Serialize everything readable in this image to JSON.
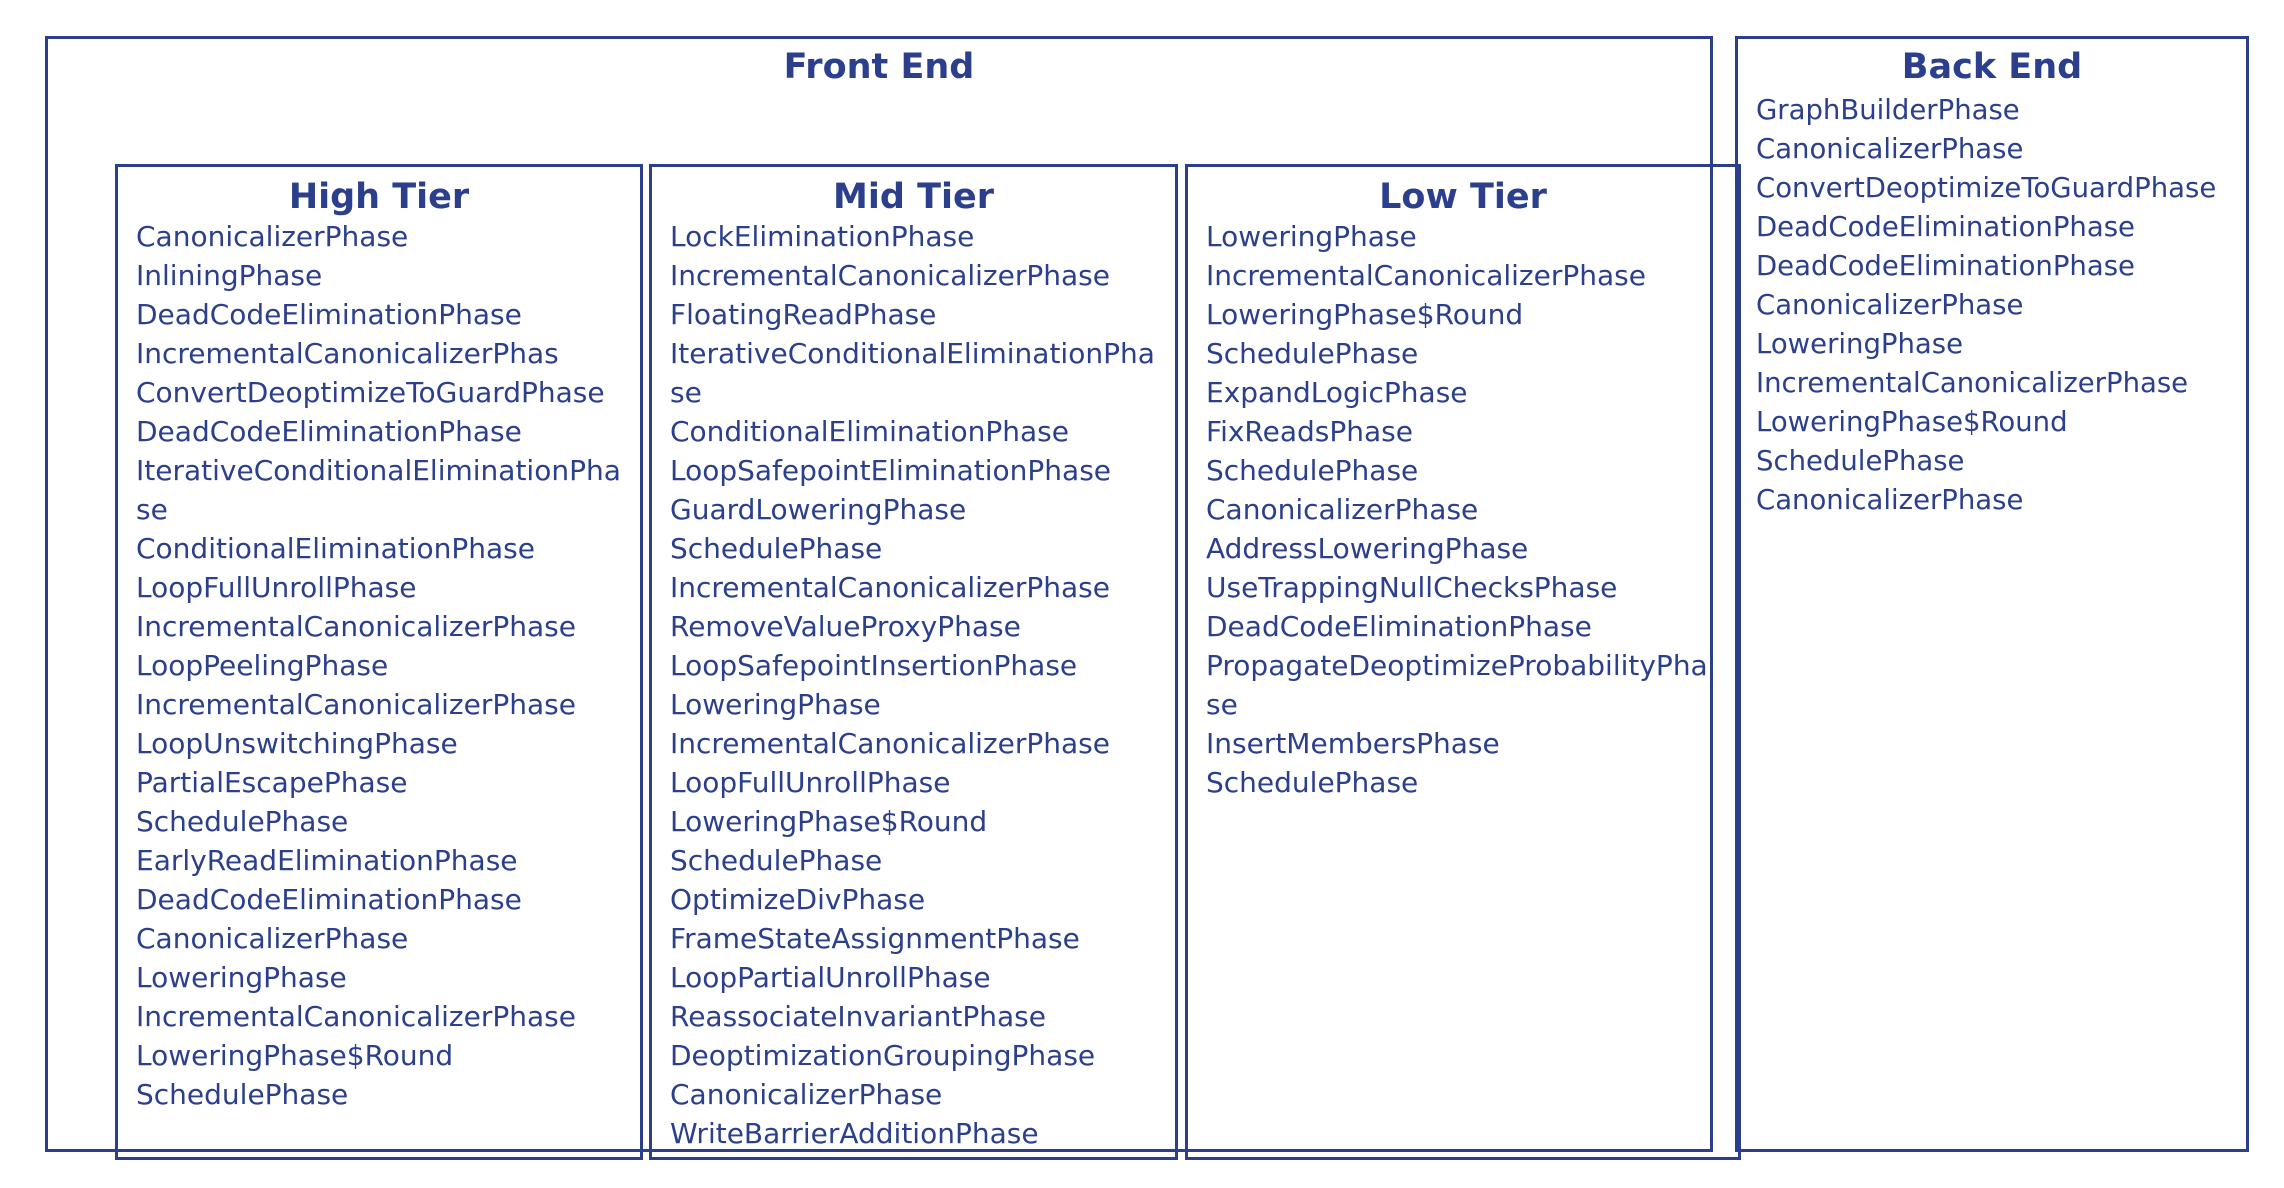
{
  "front_end": {
    "title": "Front End",
    "high_tier": {
      "title": "High Tier",
      "phases": [
        "CanonicalizerPhase",
        "InliningPhase",
        "DeadCodeEliminationPhase",
        "IncrementalCanonicalizerPhas",
        "ConvertDeoptimizeToGuardPhase",
        "DeadCodeEliminationPhase",
        "IterativeConditionalEliminationPhase",
        "ConditionalEliminationPhase",
        "LoopFullUnrollPhase",
        "IncrementalCanonicalizerPhase",
        "LoopPeelingPhase",
        "IncrementalCanonicalizerPhase",
        "LoopUnswitchingPhase",
        "PartialEscapePhase",
        "SchedulePhase",
        "EarlyReadEliminationPhase",
        "DeadCodeEliminationPhase",
        "CanonicalizerPhase",
        "LoweringPhase",
        "IncrementalCanonicalizerPhase",
        "LoweringPhase$Round",
        "SchedulePhase"
      ]
    },
    "mid_tier": {
      "title": "Mid Tier",
      "phases": [
        "LockEliminationPhase",
        "IncrementalCanonicalizerPhase",
        "FloatingReadPhase",
        "IterativeConditionalEliminationPhase",
        "ConditionalEliminationPhase",
        "LoopSafepointEliminationPhase",
        "GuardLoweringPhase",
        "SchedulePhase",
        "IncrementalCanonicalizerPhase",
        "RemoveValueProxyPhase",
        "LoopSafepointInsertionPhase",
        "LoweringPhase",
        "IncrementalCanonicalizerPhase",
        "LoopFullUnrollPhase",
        "LoweringPhase$Round",
        "SchedulePhase",
        "OptimizeDivPhase",
        "FrameStateAssignmentPhase",
        "LoopPartialUnrollPhase",
        "ReassociateInvariantPhase",
        "DeoptimizationGroupingPhase",
        "CanonicalizerPhase",
        "WriteBarrierAdditionPhase"
      ]
    },
    "low_tier": {
      "title": "Low Tier",
      "phases": [
        "LoweringPhase",
        "IncrementalCanonicalizerPhase",
        "LoweringPhase$Round",
        "SchedulePhase",
        "ExpandLogicPhase",
        "FixReadsPhase",
        "SchedulePhase",
        "CanonicalizerPhase",
        "AddressLoweringPhase",
        "UseTrappingNullChecksPhase",
        "DeadCodeEliminationPhase",
        "PropagateDeoptimizeProbabilityPhase",
        "InsertMembersPhase",
        "SchedulePhase"
      ]
    }
  },
  "back_end": {
    "title": "Back End",
    "phases": [
      "GraphBuilderPhase",
      "CanonicalizerPhase",
      "ConvertDeoptimizeToGuardPhase",
      "DeadCodeEliminationPhase",
      "DeadCodeEliminationPhase",
      "CanonicalizerPhase",
      "LoweringPhase",
      "IncrementalCanonicalizerPhase",
      "LoweringPhase$Round",
      "SchedulePhase",
      "CanonicalizerPhase"
    ]
  }
}
